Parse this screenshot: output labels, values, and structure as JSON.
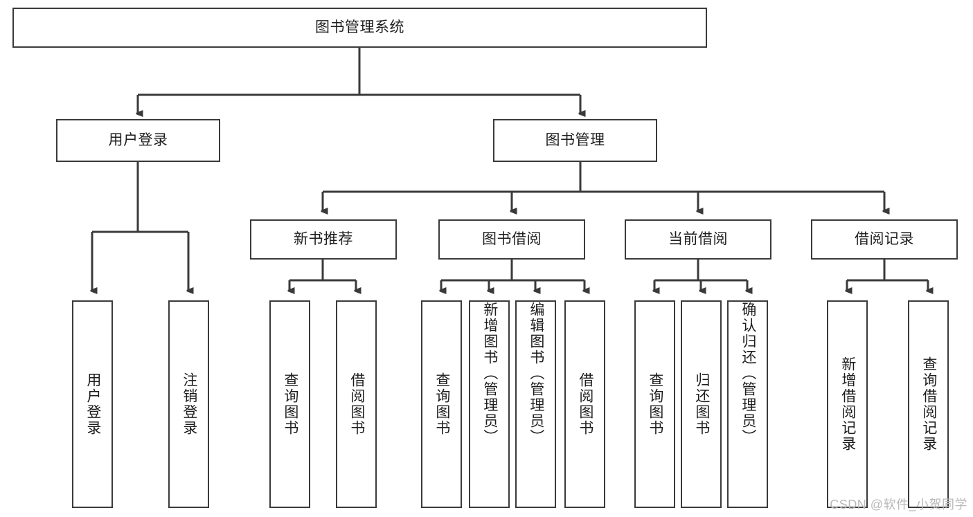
{
  "diagram": {
    "type": "hierarchy-tree",
    "title": "图书管理系统",
    "root": {
      "id": "root",
      "label": "图书管理系统"
    },
    "level2": [
      {
        "id": "n-user-login",
        "label": "用户登录"
      },
      {
        "id": "n-book-manage",
        "label": "图书管理"
      }
    ],
    "level3": [
      {
        "id": "n-new-book-rec",
        "label": "新书推荐",
        "parent": "n-book-manage"
      },
      {
        "id": "n-book-borrow",
        "label": "图书借阅",
        "parent": "n-book-manage"
      },
      {
        "id": "n-current-borrow",
        "label": "当前借阅",
        "parent": "n-book-manage"
      },
      {
        "id": "n-borrow-record",
        "label": "借阅记录",
        "parent": "n-book-manage"
      }
    ],
    "leaves": [
      {
        "id": "l-user-login",
        "label": "用户登录",
        "parent": "n-user-login",
        "align": "middle"
      },
      {
        "id": "l-logout",
        "label": "注销登录",
        "parent": "n-user-login",
        "align": "middle"
      },
      {
        "id": "l-query-book-1",
        "label": "查询图书",
        "parent": "n-new-book-rec",
        "align": "middle"
      },
      {
        "id": "l-borrow-book-1",
        "label": "借阅图书",
        "parent": "n-new-book-rec",
        "align": "middle"
      },
      {
        "id": "l-query-book-2",
        "label": "查询图书",
        "parent": "n-book-borrow",
        "align": "middle"
      },
      {
        "id": "l-add-book",
        "label": "新增图书（管理员）",
        "parent": "n-book-borrow",
        "align": "top"
      },
      {
        "id": "l-edit-book",
        "label": "编辑图书（管理员）",
        "parent": "n-book-borrow",
        "align": "top"
      },
      {
        "id": "l-borrow-book-2",
        "label": "借阅图书",
        "parent": "n-book-borrow",
        "align": "middle"
      },
      {
        "id": "l-query-book-3",
        "label": "查询图书",
        "parent": "n-current-borrow",
        "align": "middle"
      },
      {
        "id": "l-return-book",
        "label": "归还图书",
        "parent": "n-current-borrow",
        "align": "middle"
      },
      {
        "id": "l-confirm-return",
        "label": "确认归还（管理员）",
        "parent": "n-current-borrow",
        "align": "top"
      },
      {
        "id": "l-add-record",
        "label": "新增借阅记录",
        "parent": "n-borrow-record",
        "align": "middle"
      },
      {
        "id": "l-query-record",
        "label": "查询借阅记录",
        "parent": "n-borrow-record",
        "align": "middle"
      }
    ],
    "colors": {
      "stroke": "#3a3a3a",
      "fill": "#ffffff",
      "text": "#1d1d1d",
      "watermark": "#b9b9b9"
    }
  },
  "watermark": {
    "text": "CSDN @软件_小贺同学"
  }
}
